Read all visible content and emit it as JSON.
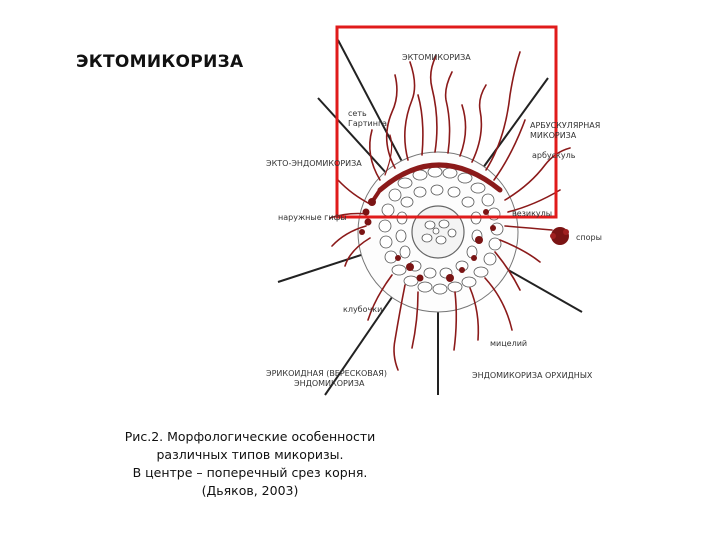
{
  "slide": {
    "title": "ЭКТОМИКОРИЗА"
  },
  "diagram": {
    "labels": {
      "ecto": "ЭКТОМИКОРИЗА",
      "hartig_1": "сеть",
      "hartig_2": "Гартинга",
      "arbuscular_1": "АРБУСКУЛЯРНАЯ",
      "arbuscular_2": "МИКОРИЗА",
      "arbuscule": "арбускуль",
      "ecto_endo": "ЭКТО-ЭНДОМИКОРИЗА",
      "external_hyphae": "наружные гифы",
      "vesicles": "везикулы",
      "spores": "споры",
      "coils": "клубочки",
      "pelotons": "мицелий",
      "ericoid_1": "ЭРИКОИДНАЯ (ВЕРЕСКОВАЯ)",
      "ericoid_2": "ЭНДОМИКОРИЗА",
      "orchid": "ЭНДОМИКОРИЗА ОРХИДНЫХ"
    },
    "highlight_color": "#e01b1b",
    "hyphae_color": "#8b1a1a"
  },
  "caption": {
    "line1": "Рис.2. Морфологические особенности",
    "line2": "различных типов микоризы.",
    "line3": "В центре – поперечный срез корня.",
    "line4": "(Дьяков, 2003)"
  }
}
